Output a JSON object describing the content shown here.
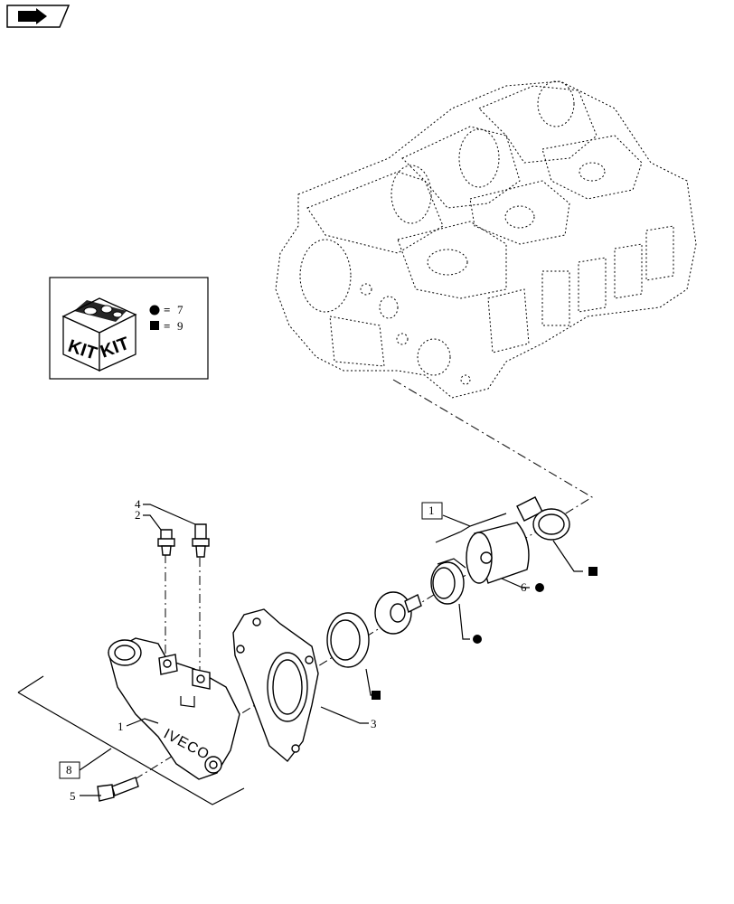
{
  "kit_legend": {
    "kit_label_left": "KIT",
    "kit_label_right": "KIT",
    "circle_row": {
      "symbol": "circle",
      "eq": "=",
      "value": "7"
    },
    "square_row": {
      "symbol": "square",
      "eq": "=",
      "value": "9"
    }
  },
  "callouts": {
    "c1": "1",
    "c2": "2",
    "c3": "3",
    "c4": "4",
    "c5": "5",
    "c6": "6",
    "box1": "1",
    "box8": "8"
  },
  "housing_brand": "IVECO",
  "icons": {
    "nav": "next-page-arrow-icon"
  }
}
